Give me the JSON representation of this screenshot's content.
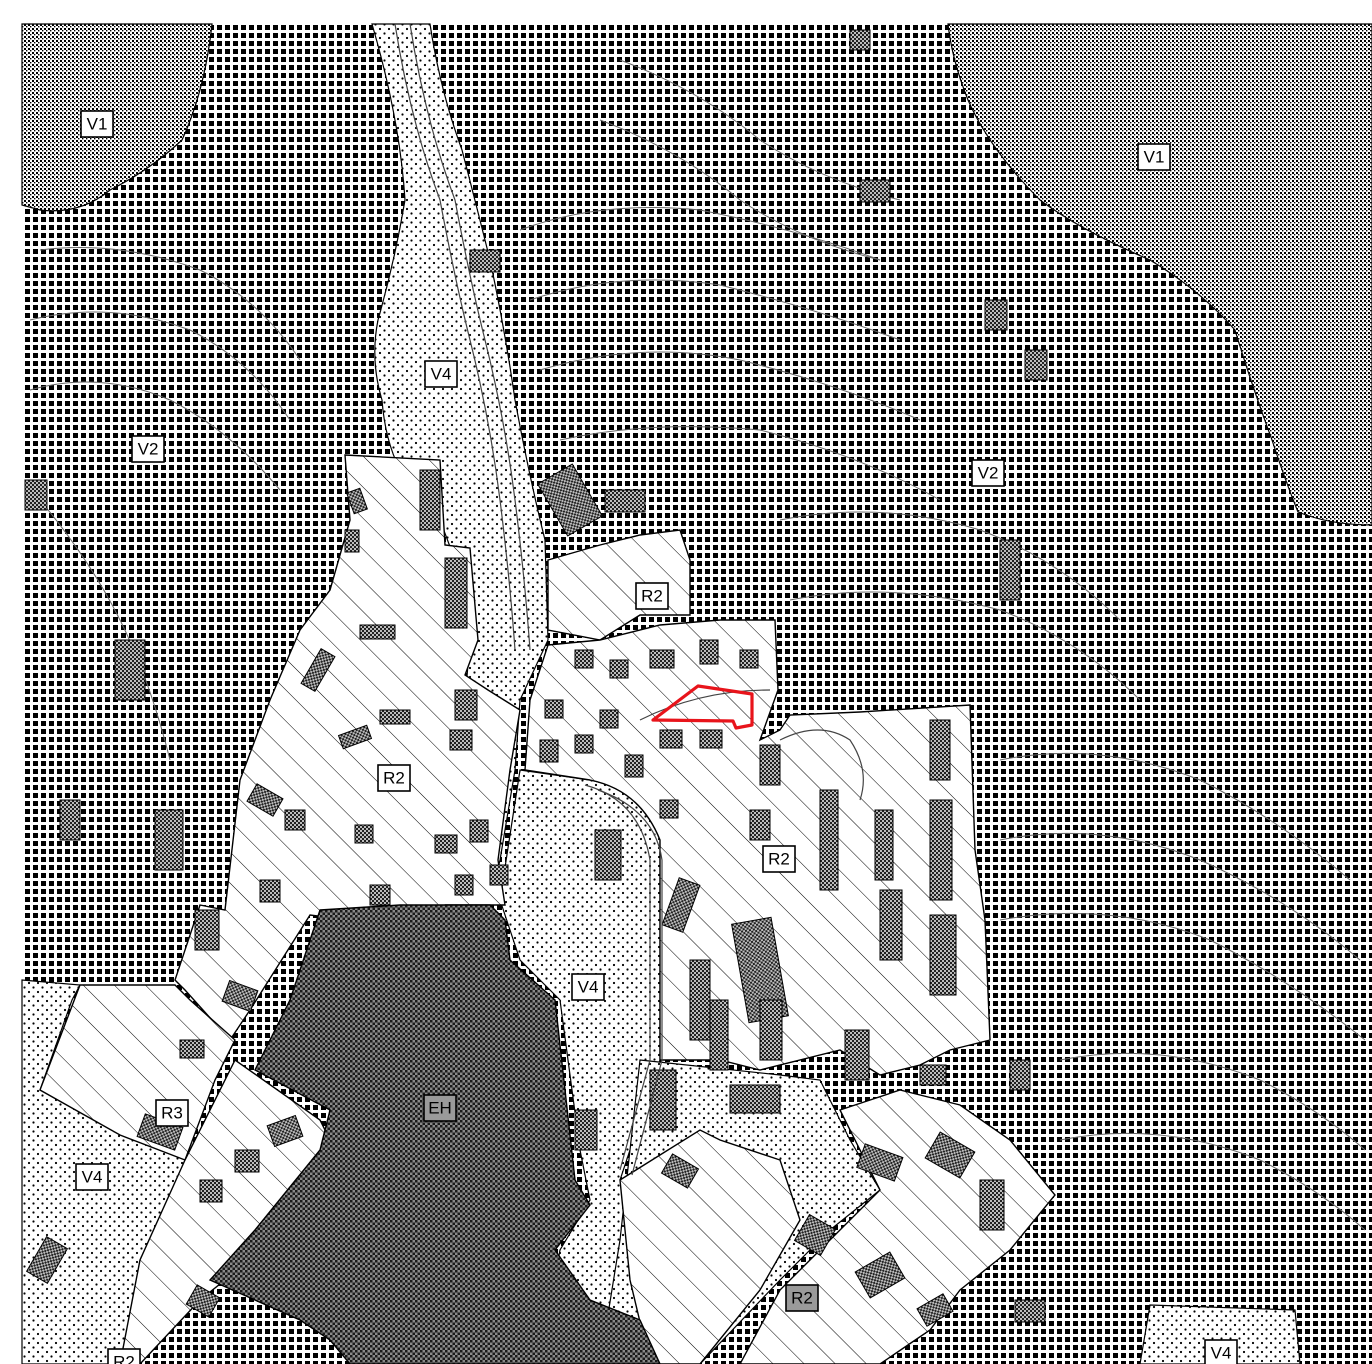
{
  "map": {
    "zone_labels": [
      {
        "id": "v1-nw",
        "text": "V1"
      },
      {
        "id": "v1-ne",
        "text": "V1"
      },
      {
        "id": "v4-north",
        "text": "V4"
      },
      {
        "id": "v2-west",
        "text": "V2"
      },
      {
        "id": "v2-east",
        "text": "V2"
      },
      {
        "id": "r2-north",
        "text": "R2"
      },
      {
        "id": "r2-west",
        "text": "R2"
      },
      {
        "id": "r2-center",
        "text": "R2"
      },
      {
        "id": "v4-center",
        "text": "V4"
      },
      {
        "id": "r3-west",
        "text": "R3"
      },
      {
        "id": "v4-southwest",
        "text": "V4"
      },
      {
        "id": "eh-center",
        "text": "EH"
      },
      {
        "id": "r2-south",
        "text": "R2"
      },
      {
        "id": "v4-southeast",
        "text": "V4"
      },
      {
        "id": "r2-southwest",
        "text": "R2"
      }
    ],
    "highlight": {
      "stroke_color": "#e8141b"
    },
    "colors": {
      "background": "#ffffff",
      "ink": "#000000",
      "lines": "#555555"
    }
  }
}
